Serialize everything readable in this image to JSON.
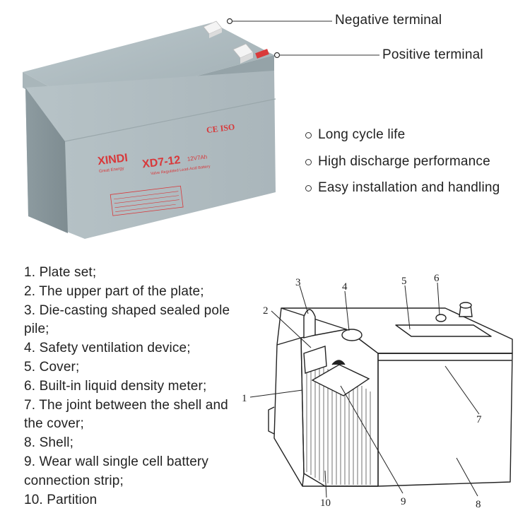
{
  "callouts": {
    "negative_terminal": "Negative terminal",
    "positive_terminal": "Positive terminal"
  },
  "battery_label": {
    "brand": "XINDI",
    "brand_tagline": "Great Energy",
    "model": "XD7-12",
    "rating": "12V7Ah",
    "type_line": "Valve Regulated Lead-Acid Battery",
    "certifications": "CE ISO"
  },
  "features": [
    "Long cycle life",
    "High discharge performance",
    "Easy installation and handling"
  ],
  "parts": [
    "1. Plate set;",
    "2. The upper part of the plate;",
    "3. Die-casting shaped sealed pole pile;",
    "4. Safety ventilation device;",
    "5. Cover;",
    "6. Built-in liquid density meter;",
    "7. The joint between the shell and the cover;",
    "8. Shell;",
    "9. Wear wall single cell battery connection strip;",
    "10. Partition"
  ],
  "diagram_numbers": [
    "1",
    "2",
    "3",
    "4",
    "5",
    "6",
    "7",
    "8",
    "9",
    "10"
  ],
  "colors": {
    "battery_body": "#a6b4b9",
    "battery_label_red": "#d8383a",
    "positive_marker": "#d93a3a",
    "terminal_white": "#f2f2f2"
  }
}
